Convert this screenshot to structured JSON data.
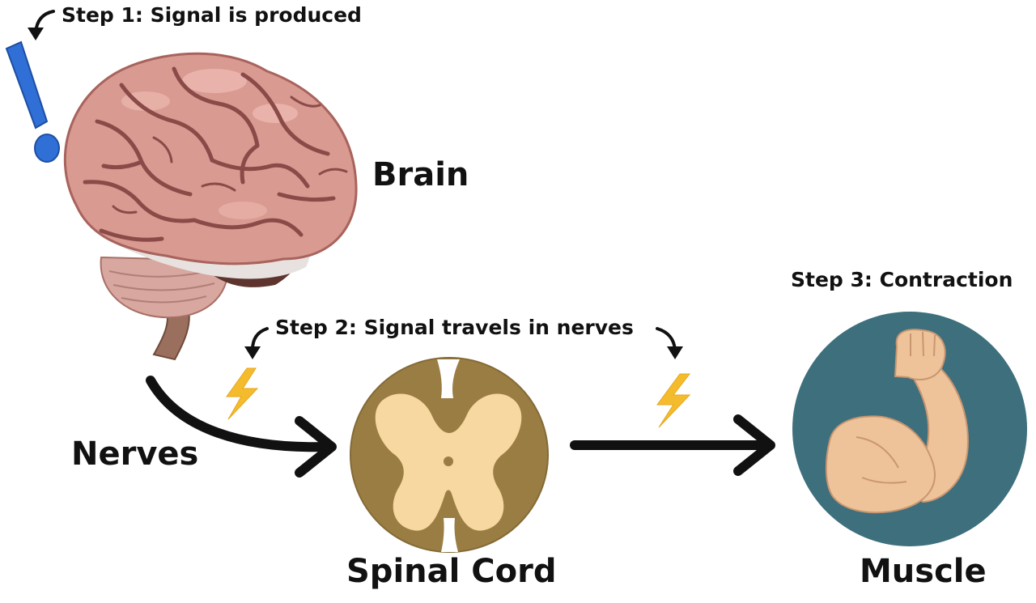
{
  "labels": {
    "step1": "Step 1: Signal is produced",
    "step2": "Step 2: Signal travels in nerves",
    "step3": "Step 3: Contraction",
    "brain": "Brain",
    "nerves": "Nerves",
    "spinal_cord": "Spinal Cord",
    "muscle": "Muscle"
  },
  "icons": {
    "alert": "exclamation-icon",
    "brain": "brain-icon",
    "spinal_cord": "spinal-cord-cross-section-icon",
    "muscle": "flexed-arm-icon",
    "signal": "lightning-bolt-icon"
  },
  "colors": {
    "alert_blue": "#2f6fd6",
    "brain_pink": "#d99a92",
    "brain_folds": "#8a4a48",
    "spinal_outer": "#9a7d43",
    "spinal_inner": "#f6d8a0",
    "muscle_circle": "#3d6f7c",
    "skin": "#efc39a",
    "bolt": "#f4bc2c",
    "arrow": "#111111"
  }
}
